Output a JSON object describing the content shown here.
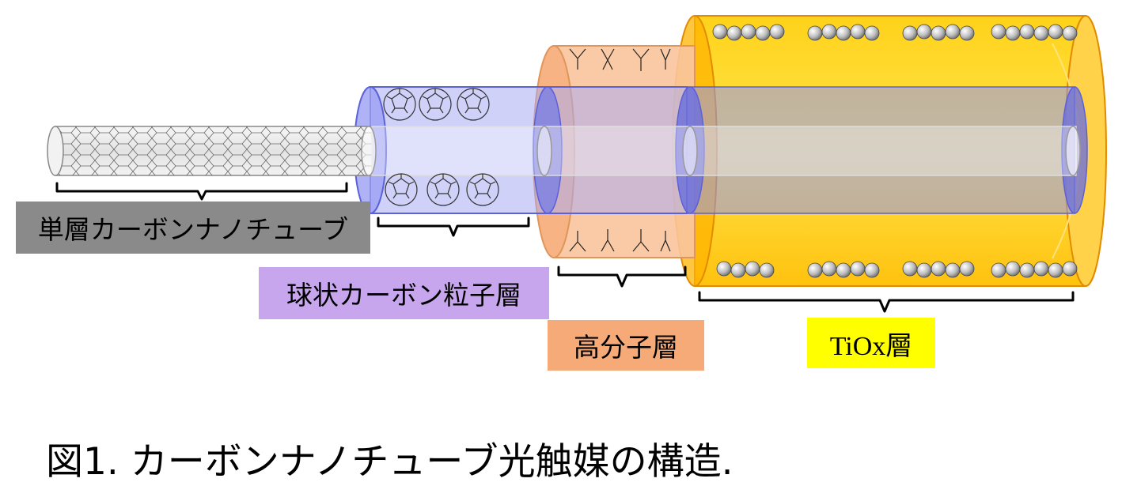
{
  "labels": {
    "swcnt": "単層カーボンナノチューブ",
    "carbon_sphere": "球状カーボン粒子層",
    "polymer": "高分子層",
    "tiox": "TiOx層"
  },
  "caption": "図1. カーボンナノチューブ光触媒の構造.",
  "colors": {
    "swcnt_label_bg": "#8a8a8a",
    "carbon_label_bg": "#c7a6ee",
    "polymer_label_bg": "#f6aa78",
    "tiox_label_bg": "#ffff00",
    "tiox_cylinder": "#ffc20e",
    "polymer_cylinder": "#f9c49c",
    "carbon_cylinder": "#8f94f0",
    "nanotube": "#e9e9e9"
  }
}
